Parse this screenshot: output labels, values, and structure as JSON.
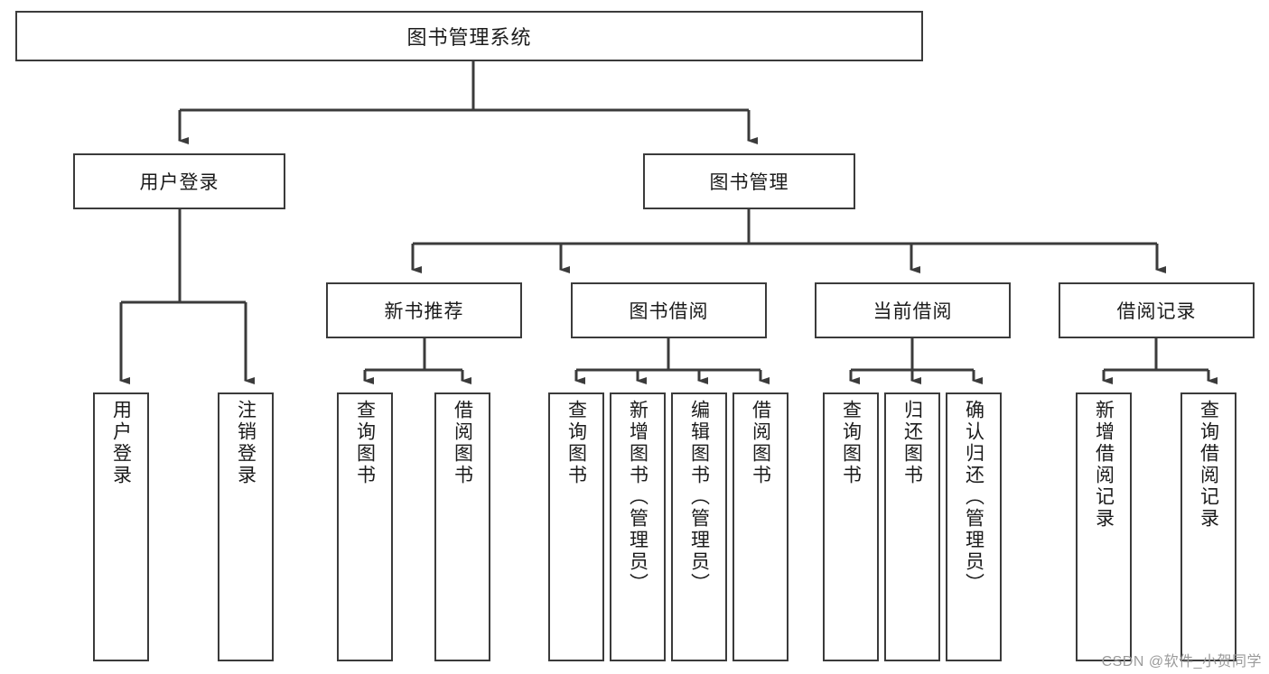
{
  "diagram": {
    "type": "tree-hierarchy-chart",
    "title_text": "图书管理系统",
    "colors": {
      "box_border": "#3b3b3b",
      "box_fill": "#ffffff",
      "connector": "#3b3b3b",
      "text": "#1b1b1b",
      "watermark": "#9a9a9a",
      "background": "#ffffff"
    },
    "root": {
      "label": "图书管理系统"
    },
    "level2": [
      {
        "label": "用户登录"
      },
      {
        "label": "图书管理"
      }
    ],
    "level3": [
      {
        "label": "新书推荐"
      },
      {
        "label": "图书借阅"
      },
      {
        "label": "当前借阅"
      },
      {
        "label": "借阅记录"
      }
    ],
    "leaves": {
      "user_login": [
        {
          "label": "用户登录"
        },
        {
          "label": "注销登录"
        }
      ],
      "new_book_recommend": [
        {
          "label": "查询图书"
        },
        {
          "label": "借阅图书"
        }
      ],
      "book_borrow": [
        {
          "label": "查询图书"
        },
        {
          "label": "新增图书（管理员）"
        },
        {
          "label": "编辑图书（管理员）"
        },
        {
          "label": "借阅图书"
        }
      ],
      "current_borrow": [
        {
          "label": "查询图书"
        },
        {
          "label": "归还图书"
        },
        {
          "label": "确认归还（管理员）"
        }
      ],
      "borrow_record": [
        {
          "label": "新增借阅记录"
        },
        {
          "label": "查询借阅记录"
        }
      ]
    }
  },
  "watermark": {
    "text": "CSDN @软件_小贺同学"
  }
}
